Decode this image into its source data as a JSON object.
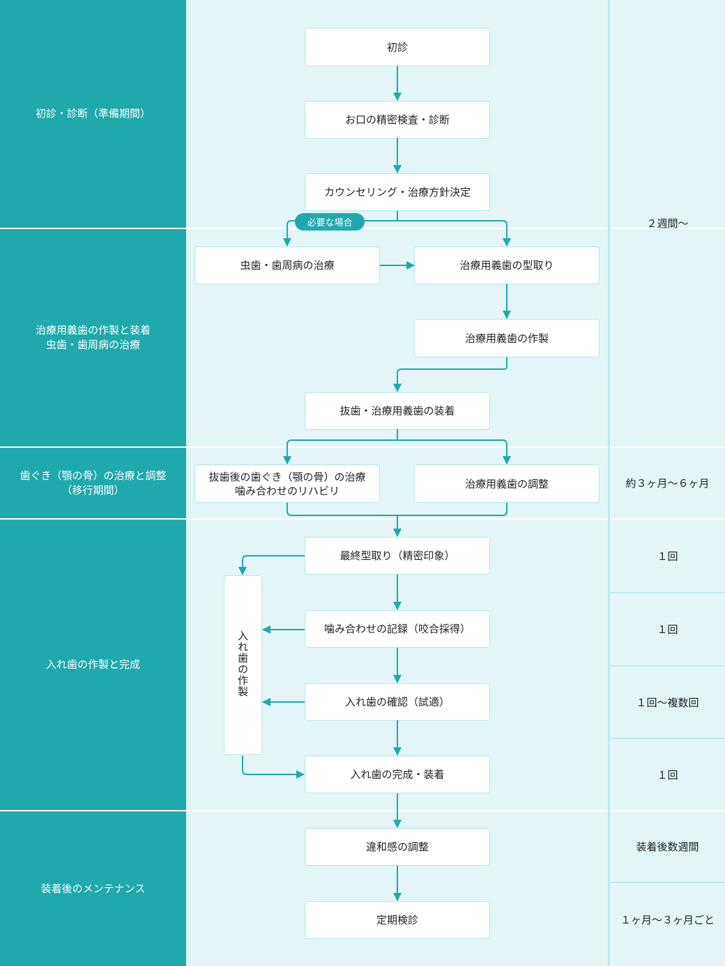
{
  "phases": [
    "初診・診断（準備期間）",
    "治療用義歯の作製と装着\n虫歯・歯周病の治療",
    "歯ぐき（顎の骨）の治療と調整\n（移行期間）",
    "入れ歯の作製と完成",
    "装着後のメンテナンス"
  ],
  "steps": {
    "first_visit": "初診",
    "exam": "お口の精密検査・診断",
    "counseling": "カウンセリング・治療方針決定",
    "caries_treatment": "虫歯・歯周病の治療",
    "temp_impression": "治療用義歯の型取り",
    "temp_fabrication": "治療用義歯の作製",
    "extraction_fitting": "抜歯・治療用義歯の装着",
    "gum_treatment": "抜歯後の歯ぐき（顎の骨）の治療\n噛み合わせのリハビリ",
    "temp_adjust": "治療用義歯の調整",
    "final_impression": "最終型取り（精密印象）",
    "bite_record": "噛み合わせの記録（咬合採得）",
    "try_in": "入れ歯の確認（試適）",
    "completion": "入れ歯の完成・装着",
    "discomfort_adjust": "違和感の調整",
    "checkup": "定期検診"
  },
  "side_box": "入れ歯の作製",
  "branch_label": "必要な場合",
  "durations": {
    "prep": "２週間〜",
    "transition": "約３ヶ月〜６ヶ月",
    "final_impression": "１回",
    "bite_record": "１回",
    "try_in": "１回〜複数回",
    "completion": "１回",
    "discomfort_adjust": "装着後数週間",
    "checkup": "１ヶ月〜３ヶ月ごと"
  },
  "colors": {
    "accent": "#1fa9ac",
    "background": "#e3f5f6",
    "divider": "#b9ecee"
  }
}
